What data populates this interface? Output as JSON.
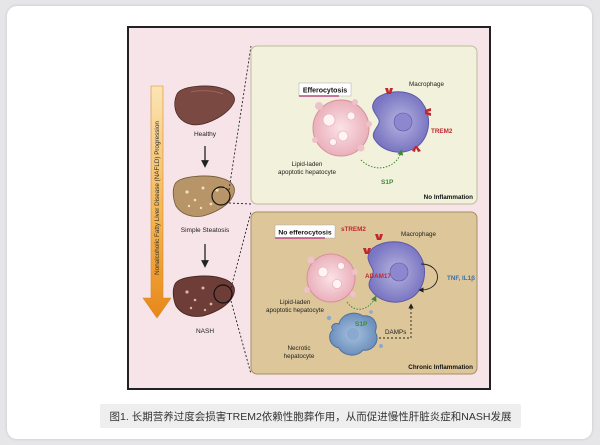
{
  "figure": {
    "progression_label": "Nonalcoholic Fatty Liver Disease (NAFLD) Progression",
    "stages": [
      "Healthy",
      "Simple Steatosis",
      "NASH"
    ],
    "top_panel": {
      "efferocytosis_label": "Efferocytosis",
      "macrophage_label": "Macrophage",
      "trem2_label": "TREM2",
      "hepatocyte_label_line1": "Lipid-laden",
      "hepatocyte_label_line2": "apoptotic hepatocyte",
      "s1p_label": "S1P",
      "status_label": "No Inflammation"
    },
    "bottom_panel": {
      "no_efferocytosis_label": "No efferocytosis",
      "strem2_label": "sTREM2",
      "macrophage_label": "Macrophage",
      "adam17_label": "ADAM17",
      "cytokines_label": "TNF, IL1β",
      "hepatocyte_label_line1": "Lipid-laden",
      "hepatocyte_label_line2": "apoptotic hepatocyte",
      "s1p_label": "S1P",
      "damps_label": "DAMPs",
      "necrotic_label_line1": "Necrotic",
      "necrotic_label_line2": "hepatocyte",
      "status_label": "Chronic Inflammation"
    }
  },
  "caption": "图1. 长期营养过度会损害TREM2依赖性胞葬作用，从而促进慢性肝脏炎症和NASH发展",
  "colors": {
    "healthy_liver": "#7a4a42",
    "steatosis_liver": "#b89568",
    "nash_liver": "#6e3d38",
    "progression_arrow": "#e8911c",
    "top_panel_bg": "#f1f1dc",
    "bottom_panel_bg": "#ddc79a",
    "label_red": "#c0282f",
    "label_green": "#3f8a3a",
    "label_blue": "#3a6fae"
  }
}
